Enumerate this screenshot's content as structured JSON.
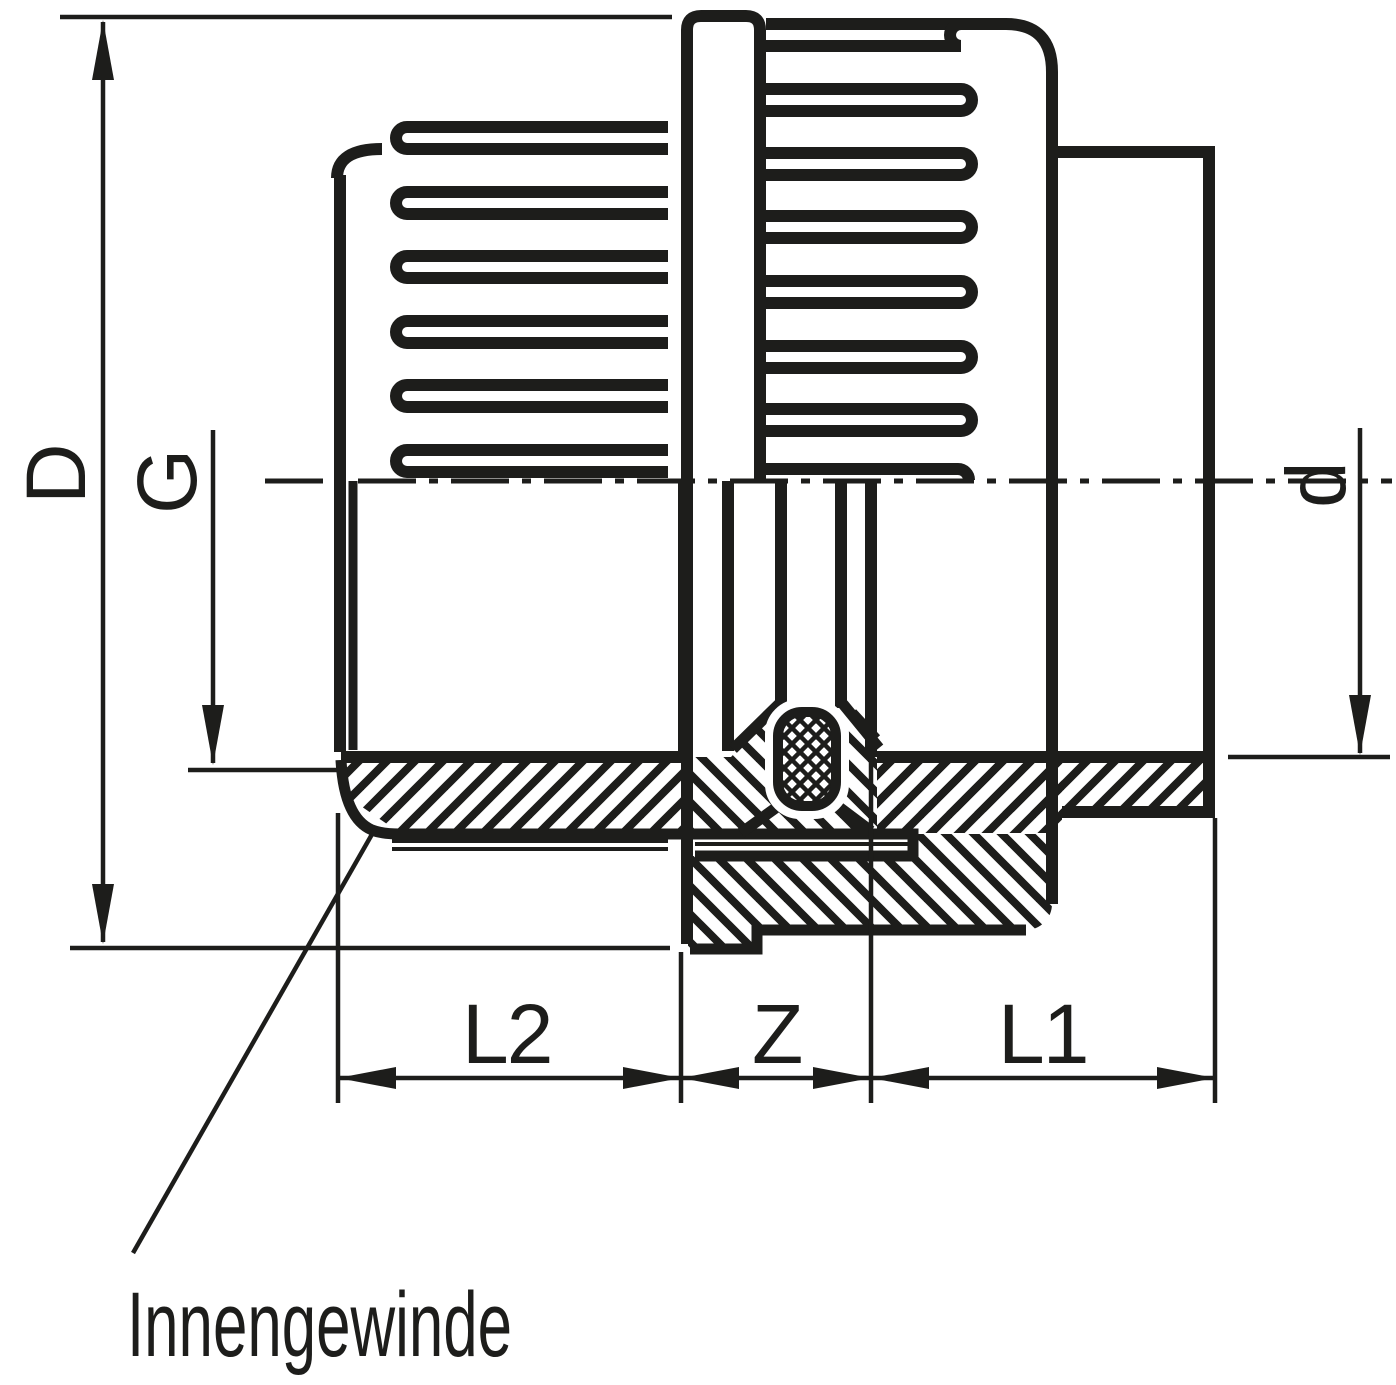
{
  "drawing": {
    "type": "technical-cross-section",
    "subject": "pipe union fitting half-section",
    "ink_color": "#1d1d1b",
    "background_color": "#ffffff",
    "labels": {
      "outer_diameter": "D",
      "thread_size": "G",
      "pipe_diameter": "d",
      "length_l2": "L2",
      "gap_z": "Z",
      "length_l1": "L1"
    },
    "annotations": {
      "internal_thread_note": "Innengewinde"
    }
  }
}
